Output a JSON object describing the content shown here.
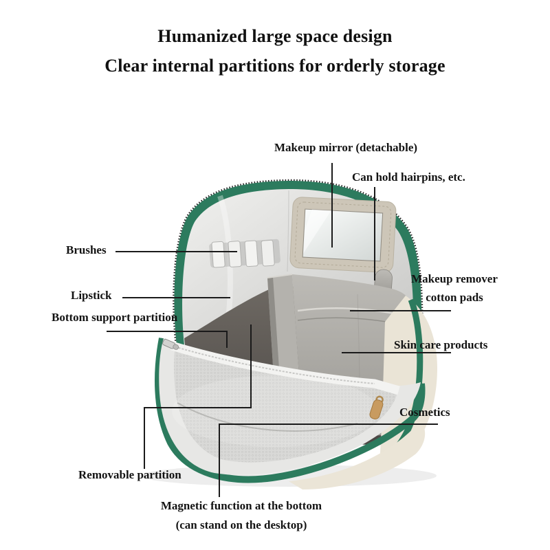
{
  "title": {
    "line1": "Humanized large space design",
    "line2": "Clear internal partitions for orderly storage"
  },
  "callouts": {
    "makeup_mirror": "Makeup mirror (detachable)",
    "hairpins": "Can hold hairpins, etc.",
    "brushes": "Brushes",
    "lipstick": "Lipstick",
    "bottom_support_partition": "Bottom support partition",
    "makeup_remover_line1": "Makeup remover",
    "makeup_remover_line2": "cotton pads",
    "skin_care": "Skin care products",
    "cosmetics": "Cosmetics",
    "removable_partition": "Removable partition",
    "magnetic_line1": "Magnetic function at the bottom",
    "magnetic_line2": "(can stand on the desktop)"
  },
  "product_image": {
    "alt": "Open cosmetic storage bag shown from the front with green zipper trim, light gray lined interior, brush loops, detachable mirror, internal partitions, front mesh zip pocket and cream exterior",
    "colors": {
      "zipper_tape_green": "#2c7b5e",
      "zipper_teeth_black": "#1c1c1c",
      "exterior_cream": "#eae4d6",
      "lining_light_gray": "#d9d9d7",
      "interior_dark_gray": "#57524e",
      "mirror_frame_beige": "#cdc6b8",
      "leather_pull_tan": "#c89b60",
      "annotation_text": "#131313"
    }
  }
}
